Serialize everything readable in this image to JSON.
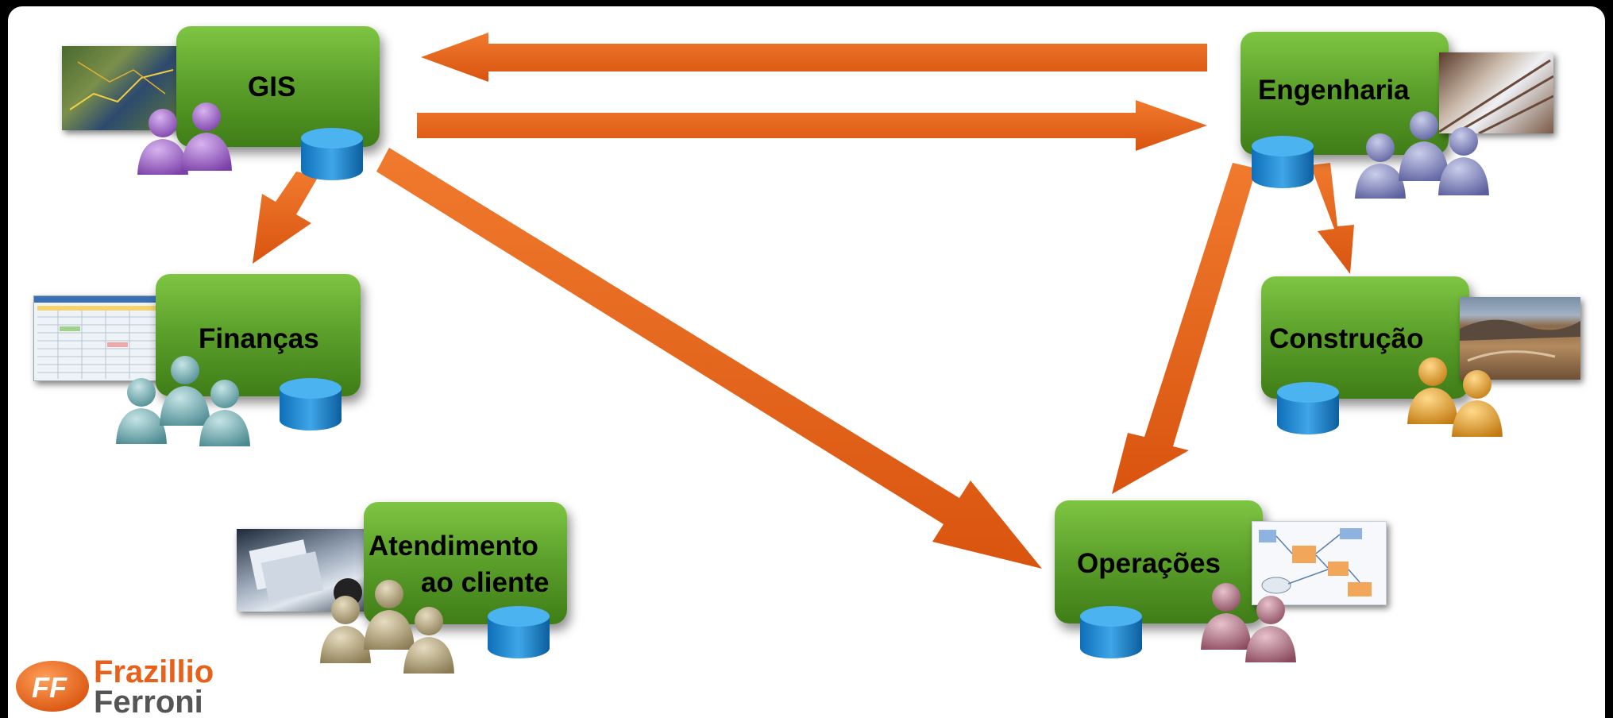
{
  "diagram": {
    "nodes": {
      "gis": {
        "label": "GIS"
      },
      "financas": {
        "label": "Finanças"
      },
      "atendimento": {
        "label_line1": "Atendimento",
        "label_line2": "ao cliente"
      },
      "engenharia": {
        "label": "Engenharia"
      },
      "construcao": {
        "label": "Construção"
      },
      "operacoes": {
        "label": "Operações"
      }
    },
    "arrow_color": "#e8601a",
    "box_color": "#5da22c"
  },
  "logo": {
    "line1": "Frazillio",
    "line2": "Ferroni",
    "color1": "#e8601a",
    "color2": "#555555"
  }
}
